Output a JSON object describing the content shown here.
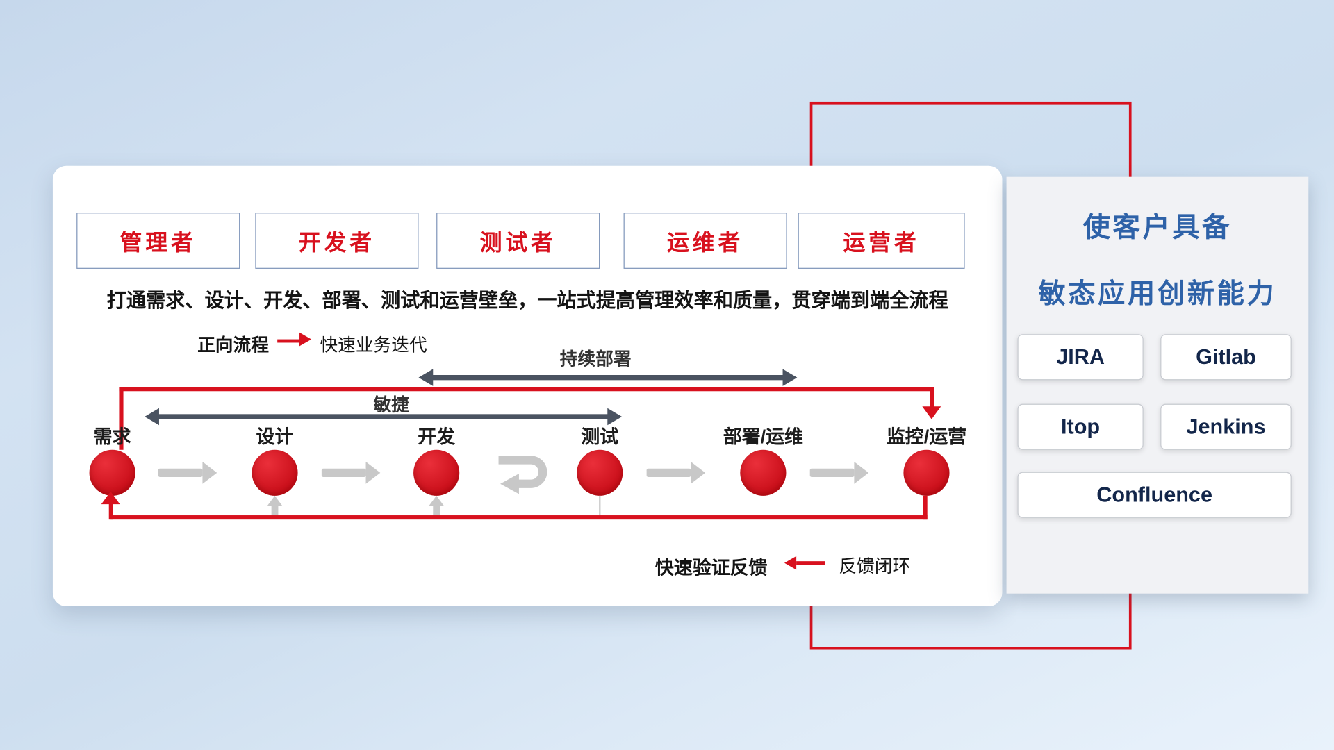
{
  "diagram": {
    "roles": [
      "管理者",
      "开发者",
      "测试者",
      "运维者",
      "运营者"
    ],
    "subtitle": "打通需求、设计、开发、部署、测试和运营壁垒，一站式提高管理效率和质量，贯穿端到端全流程",
    "forward_legend": {
      "title": "正向流程",
      "desc": "快速业务迭代"
    },
    "continuous_deploy_label": "持续部署",
    "agile_label": "敏捷",
    "nodes": [
      "需求",
      "设计",
      "开发",
      "测试",
      "部署/运维",
      "监控/运营"
    ],
    "feedback_legend": {
      "desc": "快速验证反馈",
      "title": "反馈闭环"
    }
  },
  "panel": {
    "title_line1": "使客户具备",
    "title_line2": "敏态应用创新能力",
    "tools": [
      "JIRA",
      "Gitlab",
      "Itop",
      "Jenkins",
      "Confluence"
    ]
  },
  "colors": {
    "accent_red": "#d8111e",
    "title_blue": "#2e62a8",
    "dark_arrow": "#4a5361",
    "gray_arrow": "#c8c8c8"
  }
}
